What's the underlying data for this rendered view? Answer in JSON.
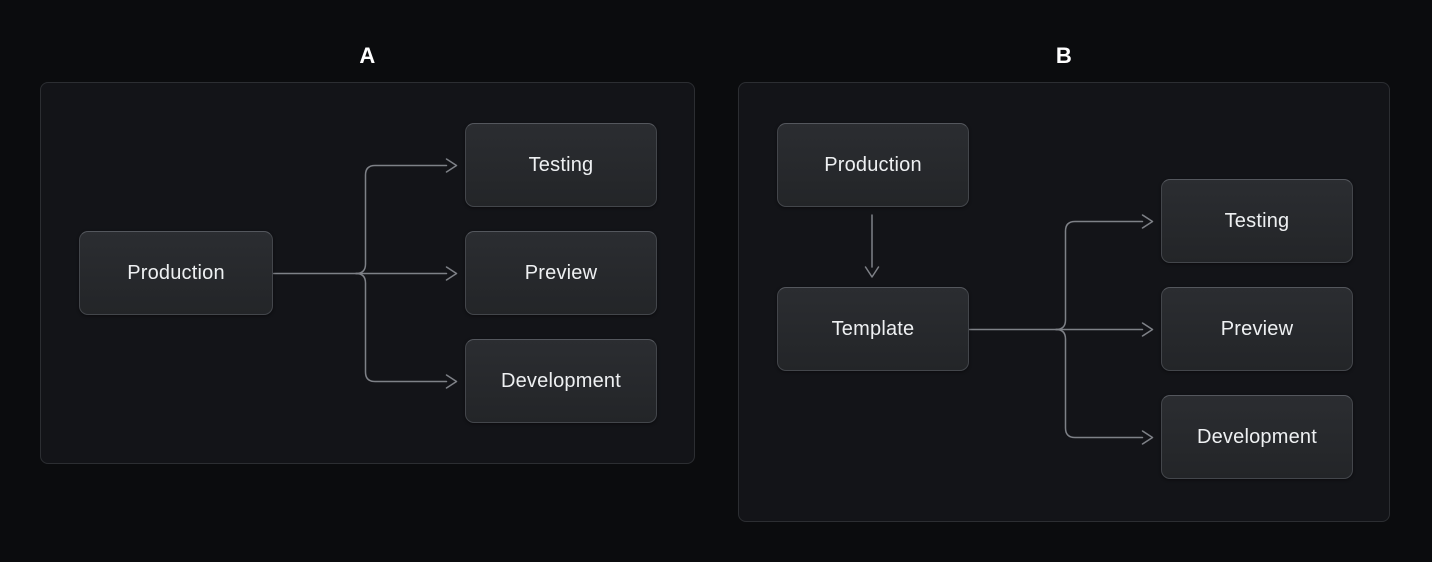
{
  "panels": [
    {
      "id": "A",
      "label": "A",
      "nodes": [
        {
          "id": "production",
          "label": "Production"
        },
        {
          "id": "testing",
          "label": "Testing"
        },
        {
          "id": "preview",
          "label": "Preview"
        },
        {
          "id": "development",
          "label": "Development"
        }
      ],
      "edges": [
        {
          "from": "production",
          "to": "testing"
        },
        {
          "from": "production",
          "to": "preview"
        },
        {
          "from": "production",
          "to": "development"
        }
      ]
    },
    {
      "id": "B",
      "label": "B",
      "nodes": [
        {
          "id": "production",
          "label": "Production"
        },
        {
          "id": "template",
          "label": "Template"
        },
        {
          "id": "testing",
          "label": "Testing"
        },
        {
          "id": "preview",
          "label": "Preview"
        },
        {
          "id": "development",
          "label": "Development"
        }
      ],
      "edges": [
        {
          "from": "production",
          "to": "template"
        },
        {
          "from": "template",
          "to": "testing"
        },
        {
          "from": "template",
          "to": "preview"
        },
        {
          "from": "template",
          "to": "development"
        }
      ]
    }
  ],
  "colors": {
    "page_background": "#0b0c0e",
    "panel_background": "#131418",
    "panel_border": "#2c2e32",
    "node_background": "#26282c",
    "node_border": "#45484e",
    "node_text": "#eef0f2",
    "edge_line": "#7e8187",
    "panel_label_text": "#ffffff"
  }
}
